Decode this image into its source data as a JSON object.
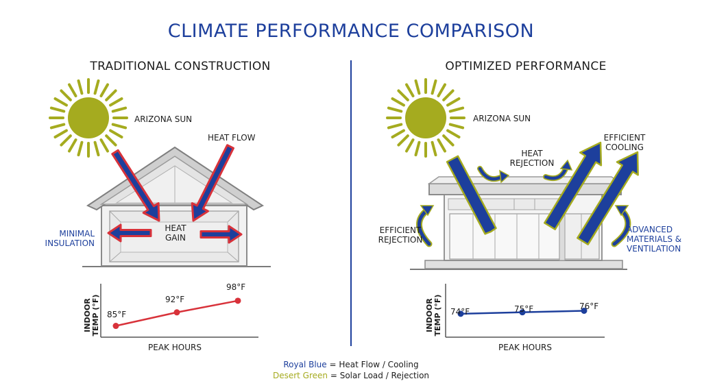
{
  "title": "CLIMATE PERFORMANCE COMPARISON",
  "colors": {
    "royal_blue": "#1d3f9c",
    "desert_green": "#a5ab1f",
    "heat_red": "#d8323a",
    "house_gray": "#9a9a9a"
  },
  "left": {
    "heading": "TRADITIONAL CONSTRUCTION",
    "sun_label": "ARIZONA SUN",
    "heat_flow_label": "HEAT FLOW",
    "heat_gain_line1": "HEAT",
    "heat_gain_line2": "GAIN",
    "insulation_line1": "MINIMAL",
    "insulation_line2": "INSULATION"
  },
  "right": {
    "heading": "OPTIMIZED PERFORMANCE",
    "sun_label": "ARIZONA SUN",
    "heat_rejection_line1": "HEAT",
    "heat_rejection_line2": "REJECTION",
    "efficient_cooling_line1": "EFFICIENT",
    "efficient_cooling_line2": "COOLING",
    "efficient_rejection_line1": "EFFICIENT",
    "efficient_rejection_line2": "REJECTION",
    "advanced_line1": "ADVANCED",
    "advanced_line2": "MATERIALS &",
    "advanced_line3": "VENTILATION"
  },
  "chart_data": [
    {
      "type": "line",
      "ylabel_line1": "INDOOR",
      "ylabel_line2": "TEMP (°F)",
      "xlabel": "PEAK HOURS",
      "points": [
        {
          "label": "85°F",
          "y": 85
        },
        {
          "label": "92°F",
          "y": 92
        },
        {
          "label": "98°F",
          "y": 98
        }
      ],
      "color": "#d8323a"
    },
    {
      "type": "line",
      "ylabel_line1": "INDOOR",
      "ylabel_line2": "TEMP (°F)",
      "xlabel": "PEAK HOURS",
      "points": [
        {
          "label": "74°F",
          "y": 74
        },
        {
          "label": "75°F",
          "y": 75
        },
        {
          "label": "76°F",
          "y": 76
        }
      ],
      "color": "#1d3f9c"
    }
  ],
  "legend": {
    "blue_term": "Royal Blue",
    "blue_desc": " = Heat Flow / Cooling",
    "green_term": "Desert Green",
    "green_desc": " = Solar Load / Rejection"
  }
}
